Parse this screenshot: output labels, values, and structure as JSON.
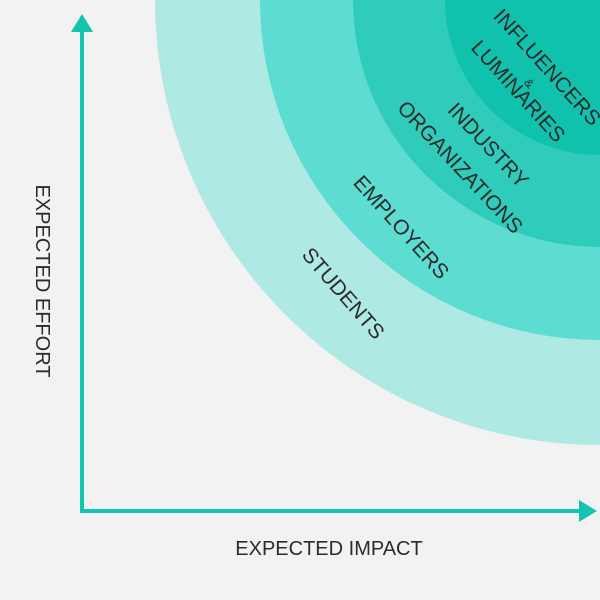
{
  "diagram": {
    "axes": {
      "x_label": "EXPECTED IMPACT",
      "y_label": "EXPECTED EFFORT"
    },
    "rings": [
      {
        "order": 1,
        "name": "students",
        "lines": [
          "STUDENTS"
        ],
        "color": "#aee9e4"
      },
      {
        "order": 2,
        "name": "employers",
        "lines": [
          "EMPLOYERS"
        ],
        "color": "#5ddcd2"
      },
      {
        "order": 3,
        "name": "industry-organizations",
        "lines": [
          "INDUSTRY",
          "ORGANIZATIONS"
        ],
        "color": "#2fcbbb"
      },
      {
        "order": 4,
        "name": "influencers-luminaries",
        "lines": [
          "INFLUENCERS",
          "&",
          "LUMINARIES"
        ],
        "color": "#10c1ad"
      }
    ],
    "colors": {
      "axis": "#13c4b1",
      "background": "#f2f2f2",
      "label_text": "#2b2b2b"
    }
  }
}
